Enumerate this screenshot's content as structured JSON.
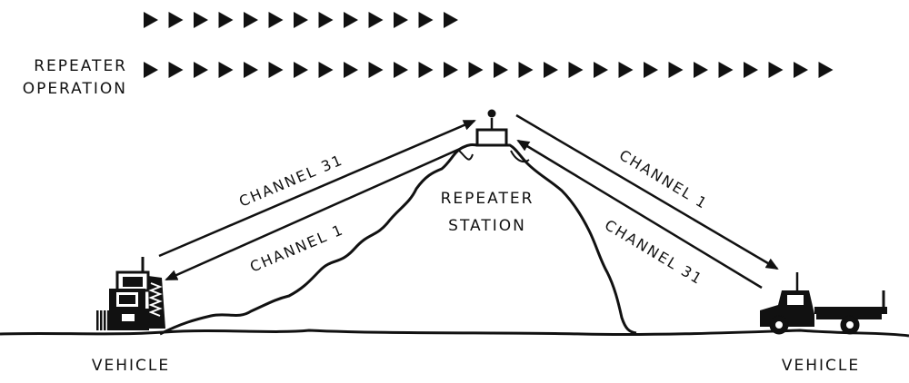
{
  "header": {
    "label_line1": "REPEATER",
    "label_line2": "OPERATION",
    "arrow_row_top_count": 13,
    "arrow_row_bottom_count": 28
  },
  "links": {
    "left_upper": "CHANNEL 31",
    "left_lower": "CHANNEL 1",
    "right_upper": "CHANNEL 1",
    "right_lower": "CHANNEL 31"
  },
  "station": {
    "label_line1": "REPEATER",
    "label_line2": "STATION"
  },
  "vehicles": {
    "left_label": "VEHICLE",
    "right_label": "VEHICLE"
  },
  "colors": {
    "ink": "#111111",
    "background": "#ffffff"
  }
}
